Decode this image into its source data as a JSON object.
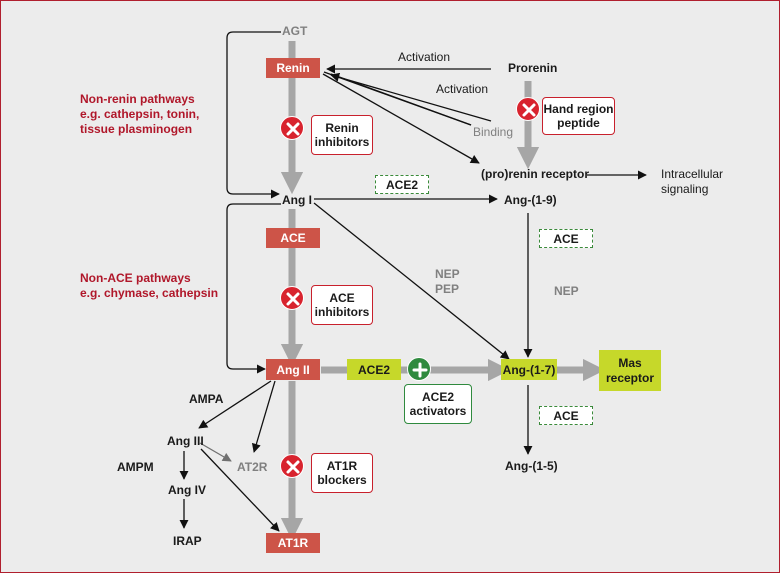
{
  "nodes": {
    "agt": "AGT",
    "renin": "Renin",
    "prorenin": "Prorenin",
    "prorenin_receptor": "(pro)renin receptor",
    "intracellular": [
      "Intracellular",
      "signaling"
    ],
    "ang1": "Ang I",
    "ace": "ACE",
    "ang2": "Ang II",
    "ace2_main": "ACE2",
    "ang17": "Ang-(1-7)",
    "mas": [
      "Mas",
      "receptor"
    ],
    "ang19": "Ang-(1-9)",
    "ang15": "Ang-(1-5)",
    "ang3": "Ang III",
    "ang4": "Ang IV",
    "irap": "IRAP",
    "at2r": "AT2R",
    "at1r": "AT1R"
  },
  "enzymes_dashed": {
    "ace2_top": "ACE2",
    "ace_right1": "ACE",
    "ace_right2": "ACE"
  },
  "inhibitors": {
    "renin_inhibitors": [
      "Renin",
      "inhibitors"
    ],
    "hand_region": [
      "Hand region",
      "peptide"
    ],
    "ace_inhibitors": [
      "ACE",
      "inhibitors"
    ],
    "at1r_blockers": [
      "AT1R",
      "blockers"
    ],
    "ace2_activators": [
      "ACE2",
      "activators"
    ]
  },
  "labels": {
    "activation_1": "Activation",
    "activation_2": "Activation",
    "binding": "Binding",
    "nep_pep": [
      "NEP",
      "PEP"
    ],
    "nep": "NEP",
    "ampa": "AMPA",
    "ampm": "AMPM",
    "non_renin": [
      "Non-renin pathways",
      "e.g. cathepsin, tonin,",
      "tissue plasminogen"
    ],
    "non_ace": [
      "Non-ACE pathways",
      "e.g. chymase, cathepsin"
    ]
  },
  "colors": {
    "border": "#b01f2e",
    "background": "#ececec",
    "red_box": "#cd5448",
    "green_box": "#c6d82a",
    "inhibit_icon": "#d8232e",
    "activate_icon": "#2f8a3e",
    "main_flow_arrow": "#a6a6a6",
    "text_red": "#b0172a"
  },
  "icons": {
    "inhibit": "x-circle-icon",
    "activate": "plus-circle-icon"
  }
}
